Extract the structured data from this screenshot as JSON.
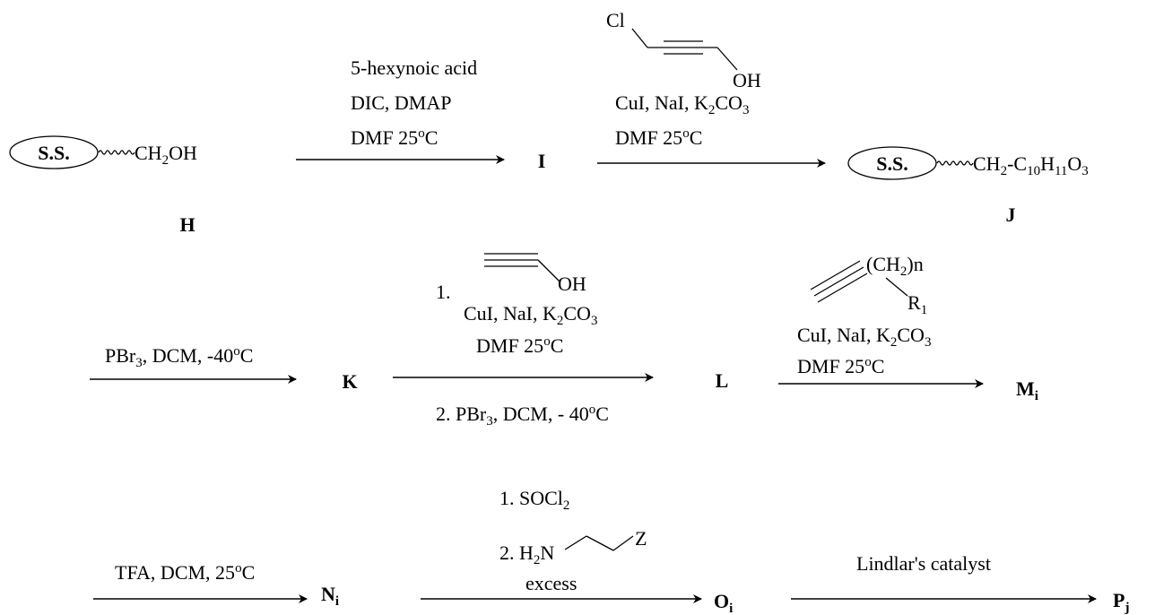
{
  "compounds": {
    "H": "H",
    "I": "I",
    "J": "J",
    "K": "K",
    "L": "L",
    "M": "M",
    "M_sub": "i",
    "N": "N",
    "N_sub": "i",
    "O": "O",
    "O_sub": "i",
    "P": "P",
    "P_sub": "j"
  },
  "support": {
    "label": "S.S.",
    "h_group": "CH",
    "h_group_sub": "2",
    "h_group_tail": "OH",
    "j_group_a": "CH",
    "j_group_a_sub": "2",
    "j_group_b": "-C",
    "j_group_b_sub1": "10",
    "j_group_c": "H",
    "j_group_c_sub": "11",
    "j_group_d": "O",
    "j_group_d_sub": "3"
  },
  "step1": {
    "line1": "5-hexynoic acid",
    "line2": "DIC, DMAP",
    "line3_a": "DMF 25",
    "line3_sup": "o",
    "line3_b": "C"
  },
  "step2": {
    "cl": "Cl",
    "oh": "OH",
    "line1_a": "CuI, NaI, K",
    "line1_sub1": "2",
    "line1_b": "CO",
    "line1_sub2": "3",
    "line2_a": "DMF 25",
    "line2_sup": "o",
    "line2_b": "C"
  },
  "step3": {
    "a": "PBr",
    "sub": "3",
    "b": ", DCM, -40",
    "sup": "o",
    "c": "C"
  },
  "step4": {
    "num1": "1.",
    "oh": "OH",
    "line1_a": "CuI, NaI, K",
    "line1_sub1": "2",
    "line1_b": "CO",
    "line1_sub2": "3",
    "line2_a": "DMF 25",
    "line2_sup": "o",
    "line2_b": "C",
    "line3_a": "2.  PBr",
    "line3_sub": "3",
    "line3_b": ", DCM, - 40",
    "line3_sup": "o",
    "line3_c": "C"
  },
  "step5": {
    "ch2n_a": "(CH",
    "ch2n_sub": "2",
    "ch2n_b": ")n",
    "r": "R",
    "r_sub": "1",
    "line1_a": "CuI, NaI, K",
    "line1_sub1": "2",
    "line1_b": "CO",
    "line1_sub2": "3",
    "line2_a": "DMF 25",
    "line2_sup": "o",
    "line2_b": "C"
  },
  "step6": {
    "a": "TFA, DCM, 25",
    "sup": "o",
    "b": "C"
  },
  "step7": {
    "line1_a": "1. SOCl",
    "line1_sub": "2",
    "line2_a": "2.  H",
    "line2_sub": "2",
    "line2_b": "N",
    "z": "Z",
    "line3": "excess"
  },
  "step8": {
    "line1": "Lindlar's catalyst"
  }
}
